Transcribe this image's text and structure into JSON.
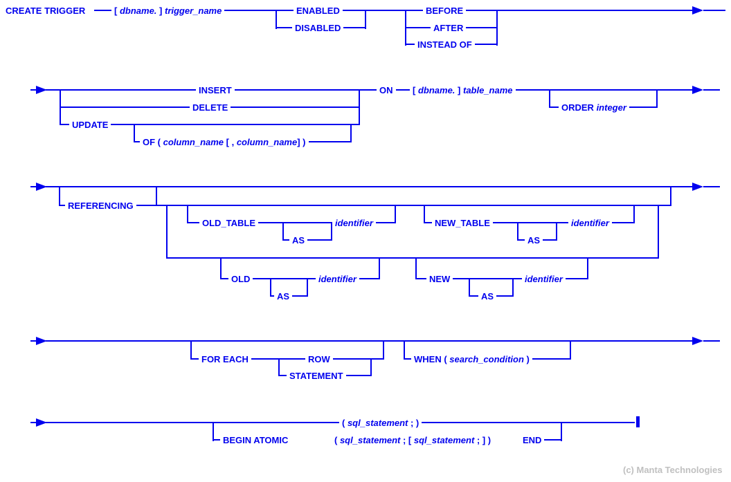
{
  "diagram": {
    "name": "CREATE TRIGGER syntax railroad diagram",
    "colors": {
      "rail_blue": "#0000ee",
      "copyright_gray": "#c0c0c0",
      "background": "#ffffff"
    },
    "labels": {
      "create_trigger": "CREATE TRIGGER",
      "enabled": "ENABLED",
      "disabled": "DISABLED",
      "before": "BEFORE",
      "after": "AFTER",
      "instead_of": "INSTEAD OF",
      "insert": "INSERT",
      "delete": "DELETE",
      "update": "UPDATE",
      "on": "ON",
      "referencing": "REFERENCING",
      "old_table": "OLD_TABLE",
      "new_table": "NEW_TABLE",
      "old": "OLD",
      "new": "NEW",
      "as": "AS",
      "identifier": "identifier",
      "for_each": "FOR EACH",
      "row": "ROW",
      "statement": "STATEMENT",
      "begin_atomic": "BEGIN ATOMIC",
      "end": "END"
    },
    "segments": {
      "dbname_trigger_name": [
        {
          "t": "[ "
        },
        {
          "t": "dbname.",
          "var": true
        },
        {
          "t": " ] "
        },
        {
          "t": "trigger_name",
          "var": true
        }
      ],
      "of_column_list": [
        {
          "t": "OF ( "
        },
        {
          "t": "column_name",
          "var": true
        },
        {
          "t": " [ , "
        },
        {
          "t": "column_name",
          "var": true
        },
        {
          "t": "] )"
        }
      ],
      "dbname_table_name": [
        {
          "t": "[ "
        },
        {
          "t": "dbname.",
          "var": true
        },
        {
          "t": " ] "
        },
        {
          "t": "table_name",
          "var": true
        }
      ],
      "order_integer": [
        {
          "t": "ORDER "
        },
        {
          "t": "integer",
          "var": true
        }
      ],
      "when_condition": [
        {
          "t": "WHEN ( "
        },
        {
          "t": "search_condition",
          "var": true
        },
        {
          "t": " )"
        }
      ],
      "sql_statement_single": [
        {
          "t": "( "
        },
        {
          "t": "sql_statement",
          "var": true
        },
        {
          "t": " ; )"
        }
      ],
      "sql_statement_block": [
        {
          "t": "( "
        },
        {
          "t": "sql_statement",
          "var": true
        },
        {
          "t": " ; [ "
        },
        {
          "t": "sql_statement",
          "var": true
        },
        {
          "t": " ; ] )"
        }
      ]
    }
  },
  "footer": {
    "copyright": "(c) Manta Technologies"
  }
}
